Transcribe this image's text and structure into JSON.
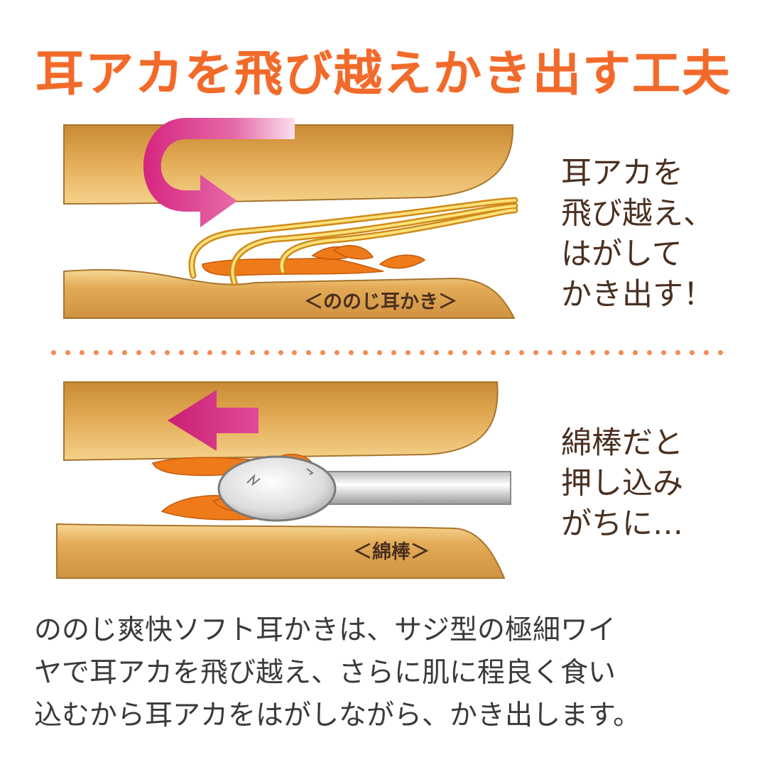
{
  "title": "耳アカを飛び越えかき出す工夫",
  "top_panel": {
    "tool_label": "＜ののじ耳かき＞",
    "caption_lines": [
      "耳アカを",
      "飛び越え、",
      "はがして",
      "かき出す！"
    ]
  },
  "bottom_panel": {
    "tool_label": "＜綿棒＞",
    "caption_lines": [
      "綿棒だと",
      "押し込み",
      "がちに…"
    ]
  },
  "description_lines": [
    "ののじ爽快ソフト耳かきは、サジ型の極細ワイ",
    "ヤで耳アカを飛び越え、さらに肌に程良く食い",
    "込むから耳アカをはがしながら、かき出します。"
  ],
  "colors": {
    "title": "#f26a2a",
    "skin": "#e3a94f",
    "earwax": "#ee7a1a",
    "arrow": "#d6257f",
    "divider": "#f28c52"
  }
}
